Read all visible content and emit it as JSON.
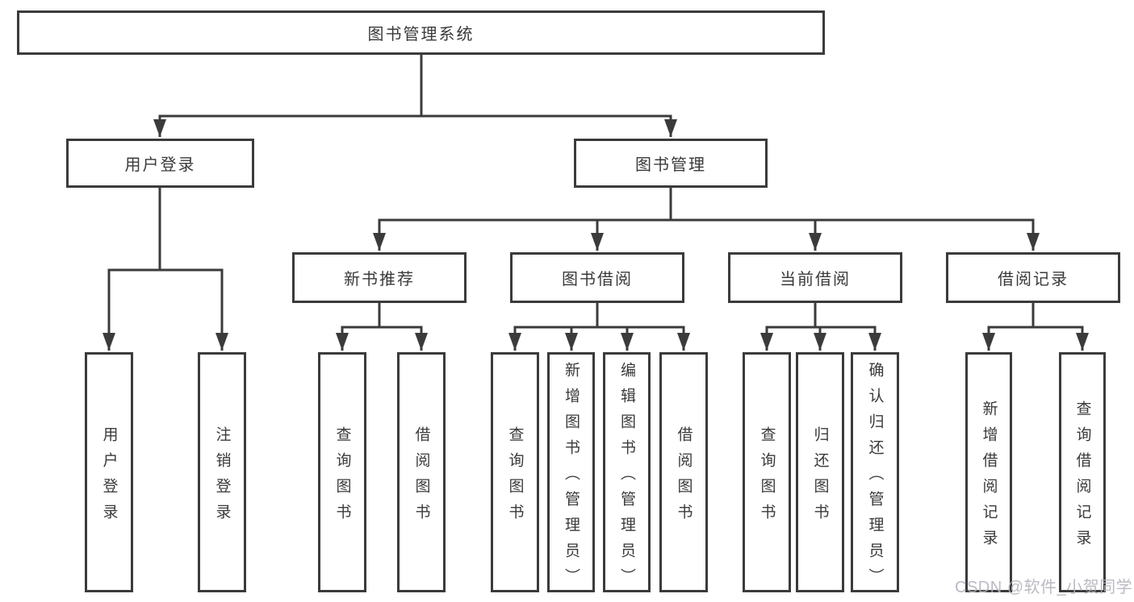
{
  "diagram": {
    "root": {
      "label": "图书管理系统",
      "children": [
        {
          "label": "用户登录",
          "children": [
            {
              "label": "用户登录"
            },
            {
              "label": "注销登录"
            }
          ]
        },
        {
          "label": "图书管理",
          "children": [
            {
              "label": "新书推荐",
              "children": [
                {
                  "label": "查询图书"
                },
                {
                  "label": "借阅图书"
                }
              ]
            },
            {
              "label": "图书借阅",
              "children": [
                {
                  "label": "查询图书"
                },
                {
                  "label": "新增图书（管理员）"
                },
                {
                  "label": "编辑图书（管理员）"
                },
                {
                  "label": "借阅图书"
                }
              ]
            },
            {
              "label": "当前借阅",
              "children": [
                {
                  "label": "查询图书"
                },
                {
                  "label": "归还图书"
                },
                {
                  "label": "确认归还（管理员）"
                }
              ]
            },
            {
              "label": "借阅记录",
              "children": [
                {
                  "label": "新增借阅记录"
                },
                {
                  "label": "查询借阅记录"
                }
              ]
            }
          ]
        }
      ]
    },
    "watermark": "CSDN @软件_小贺同学",
    "colors": {
      "line": "#3b3b3b",
      "text": "#3a3a3a",
      "background": "#ffffff",
      "watermark": "#b1b1bb"
    }
  }
}
